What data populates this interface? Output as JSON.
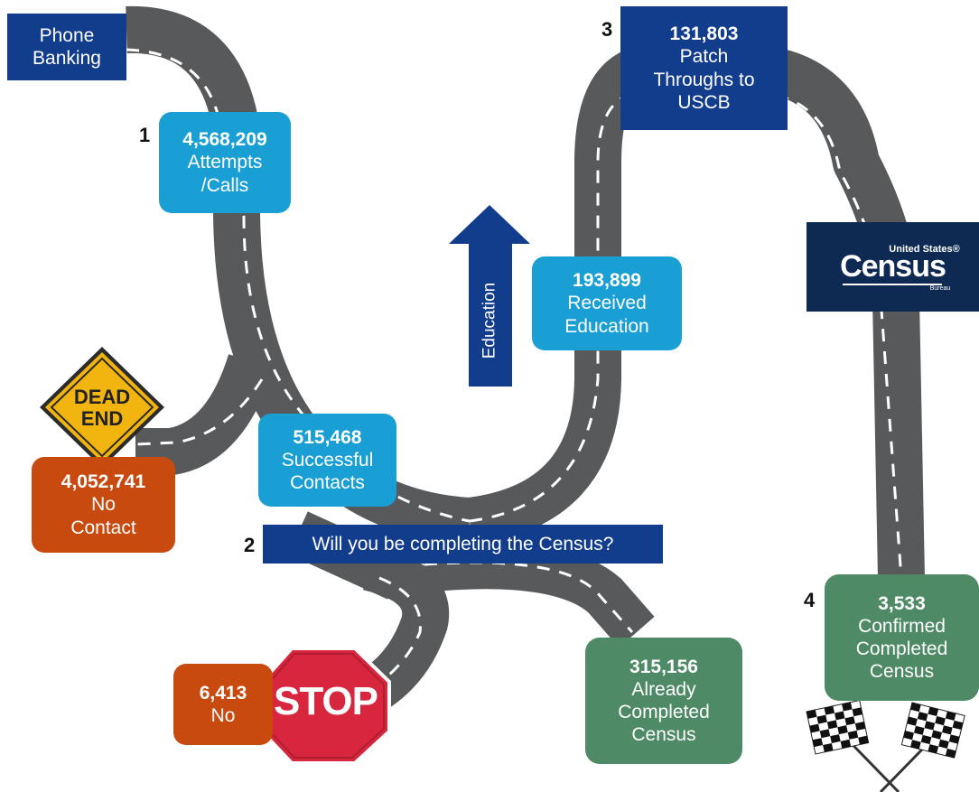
{
  "start": {
    "label_line1": "Phone",
    "label_line2": "Banking"
  },
  "step1": {
    "marker": "1",
    "number": "4,568,209",
    "label_line1": "Attempts",
    "label_line2": "/Calls"
  },
  "dead_end": {
    "sign_line1": "DEAD",
    "sign_line2": "END",
    "number": "4,052,741",
    "label_line1": "No",
    "label_line2": "Contact"
  },
  "contacts": {
    "number": "515,468",
    "label_line1": "Successful",
    "label_line2": "Contacts"
  },
  "step2": {
    "marker": "2",
    "question": "Will you be completing the Census?"
  },
  "stop": {
    "sign": "STOP",
    "number": "6,413",
    "label": "No"
  },
  "already": {
    "number": "315,156",
    "label_line1": "Already",
    "label_line2": "Completed",
    "label_line3": "Census"
  },
  "education": {
    "arrow_label": "Education",
    "number": "193,899",
    "label_line1": "Received",
    "label_line2": "Education"
  },
  "step3": {
    "marker": "3",
    "number": "131,803",
    "label_line1": "Patch",
    "label_line2": "Throughs to",
    "label_line3": "USCB"
  },
  "logo": {
    "line_top": "United States®",
    "wordmark": "Census",
    "line_bottom": "Bureau"
  },
  "step4": {
    "marker": "4",
    "number": "3,533",
    "label_line1": "Confirmed",
    "label_line2": "Completed",
    "label_line3": "Census"
  },
  "colors": {
    "road": "#58595b",
    "light_blue": "#1a9fd4",
    "navy": "#123c8c",
    "orange": "#c94a0f",
    "green": "#4e8a66",
    "census_navy": "#0f2a52"
  }
}
